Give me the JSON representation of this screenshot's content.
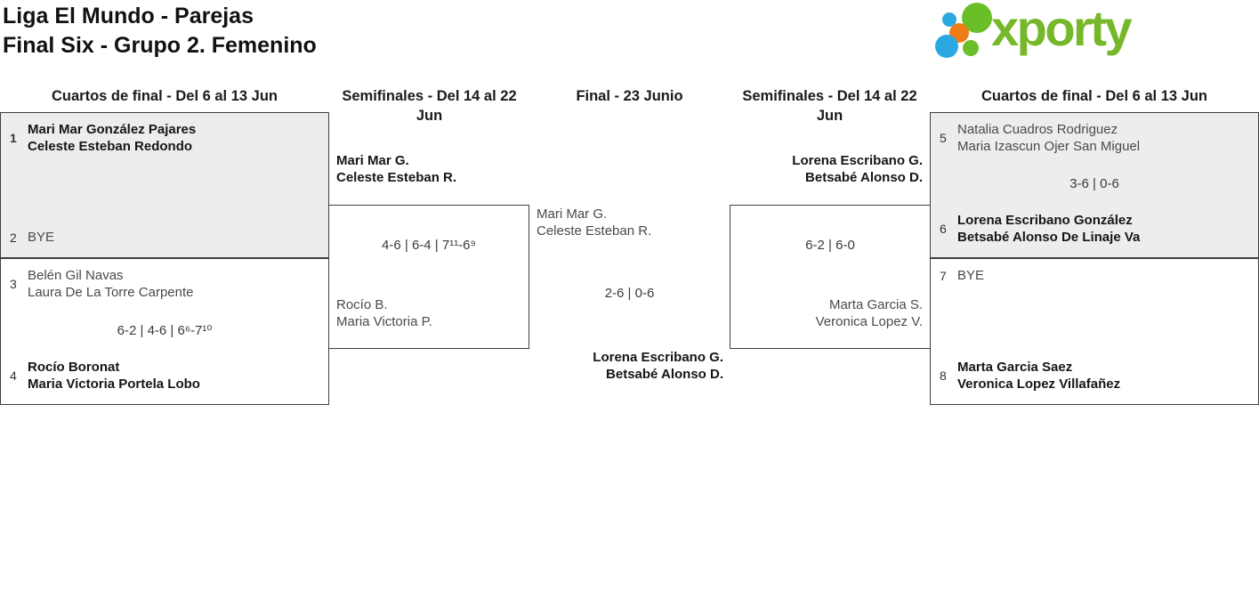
{
  "page": {
    "title_line1": "Liga El Mundo - Parejas",
    "title_line2": "Final Six - Grupo 2. Femenino"
  },
  "logo": {
    "text": "xporty",
    "green": "#6abf29",
    "blue": "#2aa9e0",
    "orange": "#ee7d17",
    "text_green": "#76b82a"
  },
  "round_headers": {
    "qf_left": "Cuartos de final - Del 6 al 13 Jun",
    "sf_left": "Semifinales - Del 14 al 22 Jun",
    "final": "Final - 23 Junio",
    "sf_right": "Semifinales - Del 14 al 22 Jun",
    "qf_right": "Cuartos de final - Del 6 al 13 Jun"
  },
  "matches": {
    "qf_l1": {
      "seed_top": "1",
      "top1": "Mari Mar González Pajares",
      "top2": "Celeste Esteban Redondo",
      "seed_bottom": "2",
      "bottom1": "BYE"
    },
    "qf_l2": {
      "seed_top": "3",
      "top1": "Belén Gil Navas",
      "top2": "Laura De La Torre Carpente",
      "score": "6-2 | 4-6 | 6⁶-7¹⁰",
      "seed_bottom": "4",
      "bottom1": "Rocío Boronat",
      "bottom2": "Maria Victoria Portela Lobo"
    },
    "sf_left": {
      "top1": "Mari Mar G.",
      "top2": "Celeste Esteban R.",
      "score": "4-6 | 6-4 | 7¹¹-6⁹",
      "bottom1": "Rocío B.",
      "bottom2": "Maria Victoria P."
    },
    "final": {
      "top1": "Mari Mar G.",
      "top2": "Celeste Esteban R.",
      "score": "2-6 | 0-6",
      "bottom1": "Lorena Escribano G.",
      "bottom2": "Betsabé Alonso D."
    },
    "sf_right": {
      "top1": "Lorena Escribano G.",
      "top2": "Betsabé Alonso D.",
      "score": "6-2 | 6-0",
      "bottom1": "Marta Garcia S.",
      "bottom2": "Veronica Lopez V."
    },
    "qf_r1": {
      "seed_top": "5",
      "top1": "Natalia Cuadros Rodriguez",
      "top2": "Maria Izascun Ojer San Miguel",
      "score": "3-6 | 0-6",
      "seed_bottom": "6",
      "bottom1": "Lorena Escribano González",
      "bottom2": "Betsabé Alonso De Linaje Va"
    },
    "qf_r2": {
      "seed_top": "7",
      "top1": "BYE",
      "seed_bottom": "8",
      "bottom1": "Marta Garcia Saez",
      "bottom2": "Veronica Lopez Villafañez"
    }
  }
}
